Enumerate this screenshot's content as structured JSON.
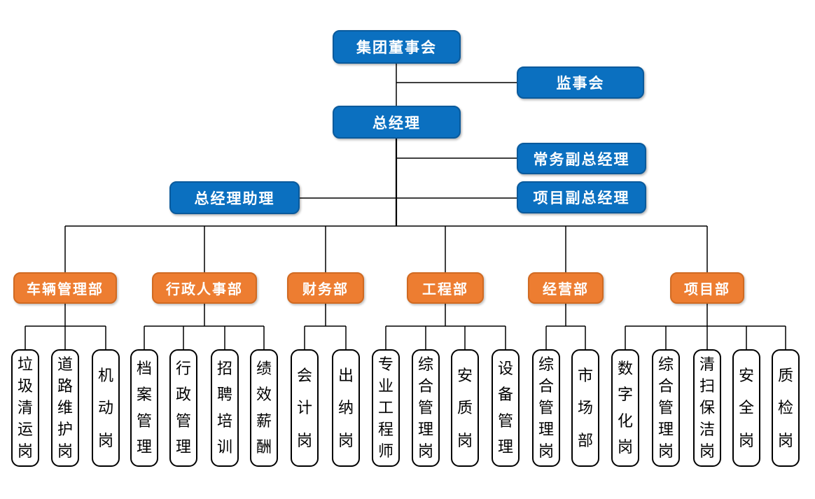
{
  "executives": {
    "board": "集团董事会",
    "supervisory_board": "监事会",
    "general_manager": "总经理",
    "executive_deputy_gm": "常务副总经理",
    "gm_assistant": "总经理助理",
    "project_deputy_gm": "项目副总经理"
  },
  "departments": [
    {
      "label": "车辆管理部",
      "children": [
        "垃圾清运岗",
        "道路维护岗",
        "机动岗"
      ]
    },
    {
      "label": "行政人事部",
      "children": [
        "档案管理",
        "行政管理",
        "招聘培训",
        "绩效薪酬"
      ]
    },
    {
      "label": "财务部",
      "children": [
        "会计岗",
        "出纳岗"
      ]
    },
    {
      "label": "工程部",
      "children": [
        "专业工程师",
        "综合管理岗",
        "安质岗",
        "设备管理"
      ]
    },
    {
      "label": "经营部",
      "children": [
        "综合管理岗",
        "市场部"
      ]
    },
    {
      "label": "项目部",
      "children": [
        "数字化岗",
        "综合管理岗",
        "清扫保洁岗",
        "安全岗",
        "质检岗"
      ]
    }
  ],
  "colors": {
    "executive_blue": "#0b70c0",
    "department_orange": "#ed7d31",
    "post_border": "#000000",
    "connector_line": "#000000"
  }
}
